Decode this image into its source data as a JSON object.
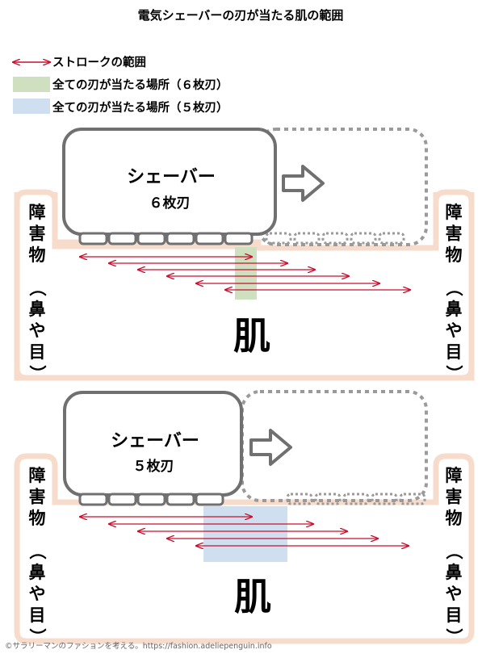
{
  "title": "電気シェーバーの刃が当たる肌の範囲",
  "legend": [
    {
      "kind": "arrow",
      "label": "ストロークの範囲",
      "color": "#c8102e"
    },
    {
      "kind": "swatch",
      "label": "全ての刃が当たる場所（６枚刃）",
      "color": "#cfe0c0"
    },
    {
      "kind": "swatch",
      "label": "全ての刃が当たる場所（５枚刃）",
      "color": "#cfdff0"
    }
  ],
  "panels": [
    {
      "shaver_label": "シェーバー",
      "blade_label": "６枚刃",
      "blades": 6,
      "skin_label": "肌",
      "obstacle_label": "障害物（鼻や目）",
      "highlight_color": "#cfe0c0"
    },
    {
      "shaver_label": "シェーバー",
      "blade_label": "５枚刃",
      "blades": 5,
      "skin_label": "肌",
      "obstacle_label": "障害物（鼻や目）",
      "highlight_color": "#cfdff0"
    }
  ],
  "colors": {
    "outline": "#707070",
    "obstacle_border": "#f7dccc",
    "arrow": "#c8102e",
    "dotted": "#9a9a9a"
  },
  "credit": "©サラリーマンのファションを考える。https://fashion.adeliepenguin.info"
}
